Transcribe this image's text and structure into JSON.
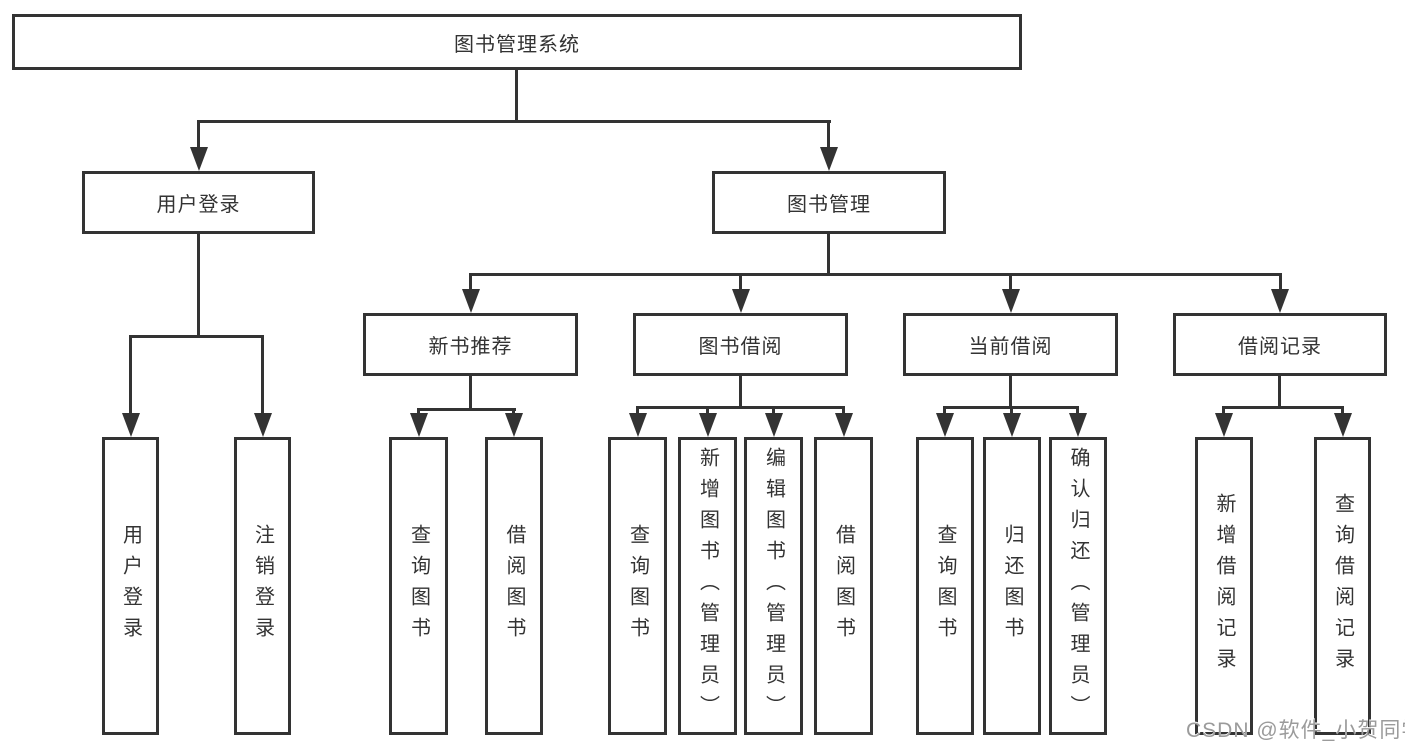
{
  "diagram": {
    "title": "图书管理系统",
    "level2": [
      {
        "label": "用户登录",
        "children": [
          {
            "label": "用户登录"
          },
          {
            "label": "注销登录"
          }
        ]
      },
      {
        "label": "图书管理",
        "children": [
          {
            "label": "新书推荐",
            "children": [
              {
                "label": "查询图书"
              },
              {
                "label": "借阅图书"
              }
            ]
          },
          {
            "label": "图书借阅",
            "children": [
              {
                "label": "查询图书"
              },
              {
                "label": "新增图书（管理员）"
              },
              {
                "label": "编辑图书（管理员）"
              },
              {
                "label": "借阅图书"
              }
            ]
          },
          {
            "label": "当前借阅",
            "children": [
              {
                "label": "查询图书"
              },
              {
                "label": "归还图书"
              },
              {
                "label": "确认归还（管理员）"
              }
            ]
          },
          {
            "label": "借阅记录",
            "children": [
              {
                "label": "新增借阅记录"
              },
              {
                "label": "查询借阅记录"
              }
            ]
          }
        ]
      }
    ]
  },
  "watermark": {
    "text": "CSDN @软件_小贺同学"
  },
  "colors": {
    "line": "#333333",
    "text": "#333333",
    "box_background": "#ffffff",
    "page_background": "#ffffff",
    "watermark": "#9b9b9b"
  }
}
